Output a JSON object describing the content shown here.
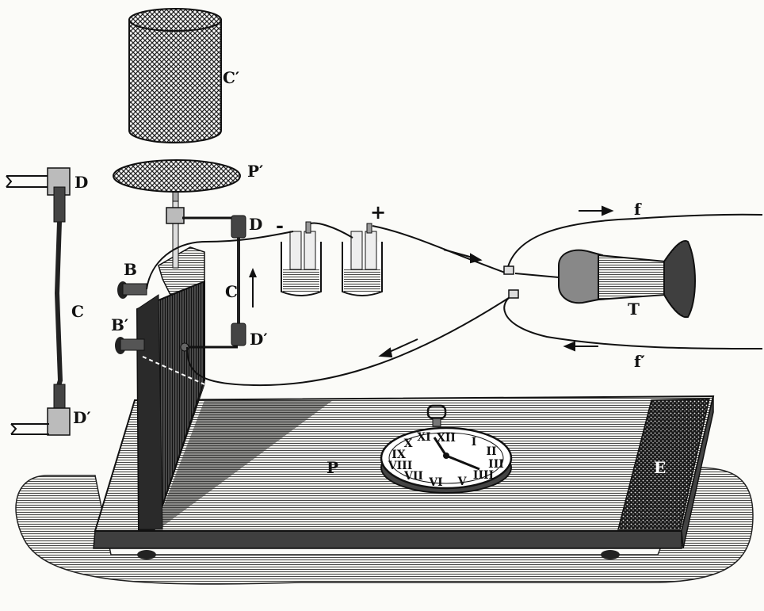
{
  "figure": {
    "labels": {
      "C_prime": "C′",
      "P_prime": "P′",
      "D_left": "D",
      "C_left": "C",
      "D_prime_left": "D′",
      "D_top": "D",
      "C_mid": "C",
      "D_prime_mid": "D′",
      "B": "B",
      "B_prime": "B′",
      "minus": "-",
      "plus": "+",
      "f": "f",
      "f_prime": "f′",
      "T": "T",
      "P": "P",
      "E": "E"
    }
  }
}
